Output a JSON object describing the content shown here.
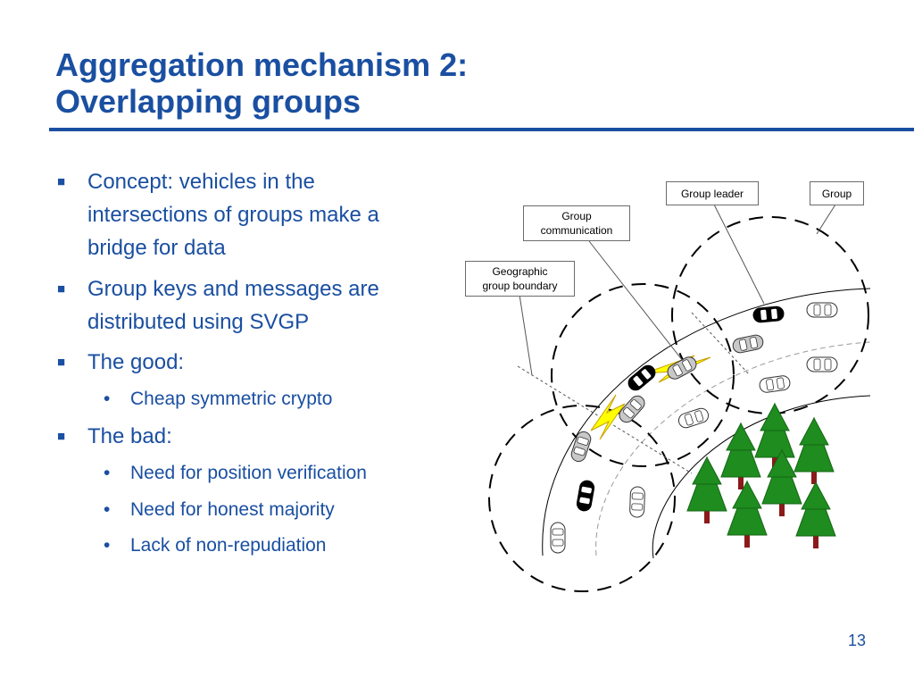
{
  "slide": {
    "title_line1": "Aggregation mechanism 2:",
    "title_line2": "Overlapping groups",
    "page_number": "13"
  },
  "bullets": [
    {
      "level": 1,
      "lines": [
        "Concept: vehicles in the",
        "intersections of groups make a",
        "bridge for data"
      ]
    },
    {
      "level": 1,
      "lines": [
        "Group keys and messages are",
        "distributed using SVGP"
      ]
    },
    {
      "level": 1,
      "lines": [
        "The good:"
      ]
    },
    {
      "level": 2,
      "lines": [
        "Cheap symmetric crypto"
      ]
    },
    {
      "level": 1,
      "lines": [
        "The bad:"
      ]
    },
    {
      "level": 2,
      "lines": [
        "Need for position verification"
      ]
    },
    {
      "level": 2,
      "lines": [
        "Need for honest majority"
      ]
    },
    {
      "level": 2,
      "lines": [
        "Lack of non-repudiation"
      ]
    }
  ],
  "diagram": {
    "callouts": {
      "group_leader": "Group leader",
      "group": "Group",
      "group_communication_1": "Group",
      "group_communication_2": "communication",
      "geographic_boundary_1": "Geographic",
      "geographic_boundary_2": "group boundary"
    },
    "colors": {
      "accent": "#1a4fa1",
      "tree": "#1e8c1e",
      "trunk": "#8b1a1a",
      "lightning": "#ffff00",
      "member_car": "#c8c8c8",
      "leader_car": "#000000"
    }
  }
}
